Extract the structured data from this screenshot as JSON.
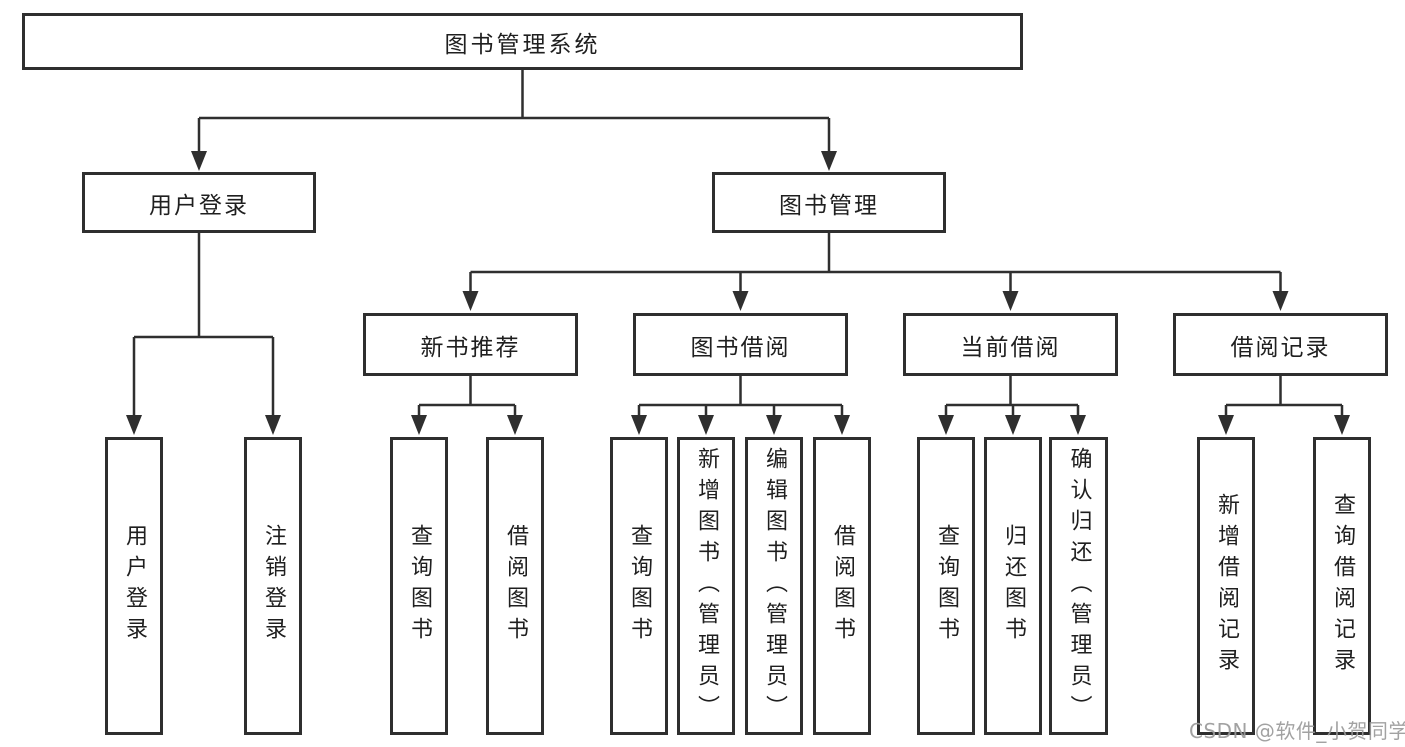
{
  "diagram": {
    "root": {
      "label": "图书管理系统"
    },
    "branches": [
      {
        "label": "用户登录",
        "children": [
          {
            "label": "用户登录"
          },
          {
            "label": "注销登录"
          }
        ]
      },
      {
        "label": "图书管理",
        "children": [
          {
            "label": "新书推荐",
            "children": [
              {
                "label": "查询图书"
              },
              {
                "label": "借阅图书"
              }
            ]
          },
          {
            "label": "图书借阅",
            "children": [
              {
                "label": "查询图书"
              },
              {
                "label": "新增图书（管理员）"
              },
              {
                "label": "编辑图书（管理员）"
              },
              {
                "label": "借阅图书"
              }
            ]
          },
          {
            "label": "当前借阅",
            "children": [
              {
                "label": "查询图书"
              },
              {
                "label": "归还图书"
              },
              {
                "label": "确认归还（管理员）"
              }
            ]
          },
          {
            "label": "借阅记录",
            "children": [
              {
                "label": "新增借阅记录"
              },
              {
                "label": "查询借阅记录"
              }
            ]
          }
        ]
      }
    ]
  },
  "watermark": {
    "text": "CSDN @软件_小贺同学"
  },
  "colors": {
    "line": "#2f2f2f",
    "box_border": "#2f2f2f",
    "text": "#1f1f1f",
    "watermark": "#9a9a9a",
    "background": "#ffffff"
  }
}
